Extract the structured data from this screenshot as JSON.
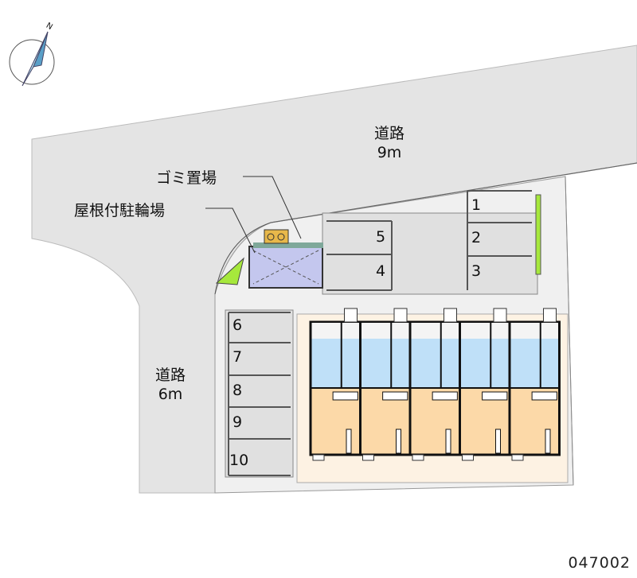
{
  "compass": {
    "label": "N"
  },
  "roads": [
    {
      "name": "道路",
      "width": "9m"
    },
    {
      "name": "道路",
      "width": "6m"
    }
  ],
  "facilities": {
    "garbage": "ゴミ置場",
    "bicycle": "屋根付駐輪場"
  },
  "parking": [
    "1",
    "2",
    "3",
    "4",
    "5",
    "6",
    "7",
    "8",
    "9",
    "10"
  ],
  "units": 5,
  "code": "047002",
  "colors": {
    "road": "#e4e4e4",
    "site": "#f0f0f0",
    "building_upper": "#bfe0f8",
    "building_lower": "#fcd9a8",
    "yard": "#fdf2e3",
    "green": "#a6e83c"
  }
}
